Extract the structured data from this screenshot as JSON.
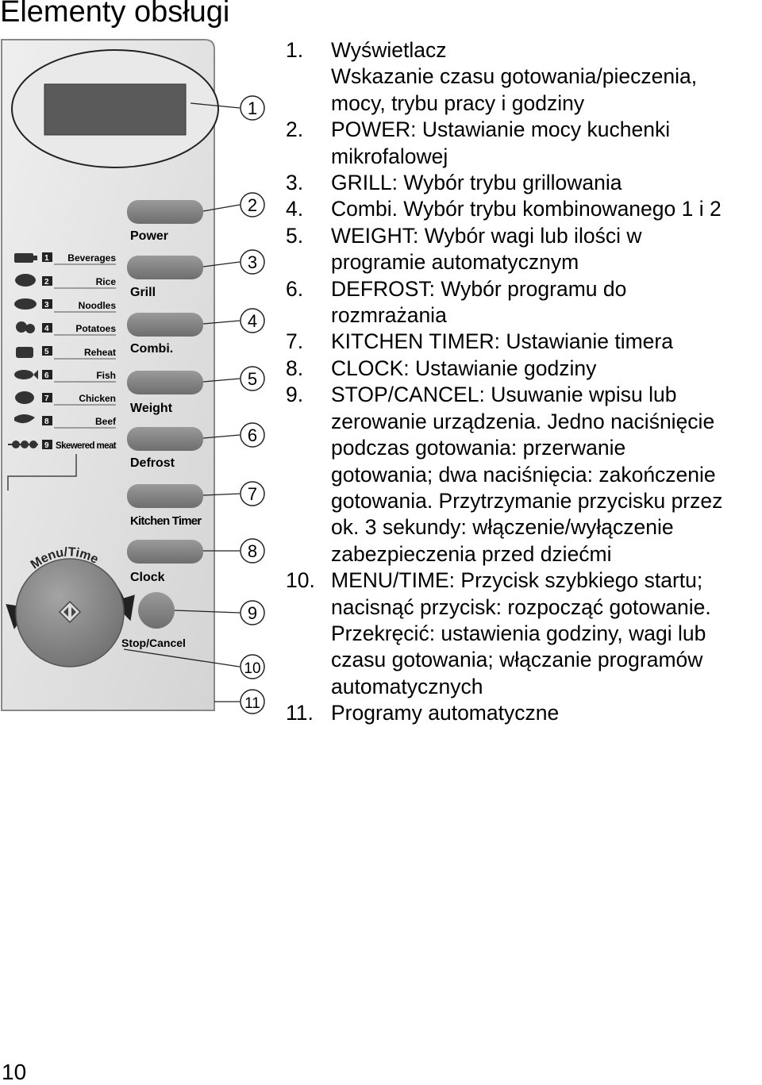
{
  "page_title": "Elementy obsługi",
  "page_number": "10",
  "panel": {
    "buttons": [
      "Power",
      "Grill",
      "Combi.",
      "Weight",
      "Defrost",
      "Kitchen Timer",
      "Clock"
    ],
    "stop_cancel": "Stop/Cancel",
    "dial_label": "Menu/Time",
    "programs": [
      {
        "no": "1",
        "label": "Beverages"
      },
      {
        "no": "2",
        "label": "Rice"
      },
      {
        "no": "3",
        "label": "Noodles"
      },
      {
        "no": "4",
        "label": "Potatoes"
      },
      {
        "no": "5",
        "label": "Reheat"
      },
      {
        "no": "6",
        "label": "Fish"
      },
      {
        "no": "7",
        "label": "Chicken"
      },
      {
        "no": "8",
        "label": "Beef"
      },
      {
        "no": "9",
        "label": "Skewered meat"
      }
    ],
    "callouts": [
      "1",
      "2",
      "3",
      "4",
      "5",
      "6",
      "7",
      "8",
      "9",
      "10",
      "11"
    ]
  },
  "descriptions": [
    {
      "num": "1.",
      "text": "Wyświetlacz\nWskazanie czasu gotowania/pieczenia,\nmocy, trybu pracy i godziny"
    },
    {
      "num": "2.",
      "text": "POWER: Ustawianie mocy kuchenki\nmikrofalowej"
    },
    {
      "num": "3.",
      "text": "GRILL: Wybór trybu grillowania"
    },
    {
      "num": "4.",
      "text": "Combi. Wybór trybu kombinowanego 1 i 2"
    },
    {
      "num": "5.",
      "text": "WEIGHT: Wybór wagi lub ilości w\nprogramie automatycznym"
    },
    {
      "num": "6.",
      "text": "DEFROST: Wybór programu do\nrozmrażania"
    },
    {
      "num": "7.",
      "text": "KITCHEN TIMER: Ustawianie timera"
    },
    {
      "num": "8.",
      "text": "CLOCK: Ustawianie godziny"
    },
    {
      "num": "9.",
      "text": "STOP/CANCEL: Usuwanie wpisu lub\nzerowanie urządzenia. Jedno naciśnięcie\npodczas gotowania: przerwanie\ngotowania; dwa naciśnięcia: zakończenie\ngotowania. Przytrzymanie przycisku przez\nok. 3 sekundy: włączenie/wyłączenie\nzabezpieczenia przed dziećmi"
    },
    {
      "num": "10.",
      "text": "MENU/TIME: Przycisk szybkiego startu;\nnacisnąć przycisk: rozpocząć gotowanie.\nPrzekręcić: ustawienia godziny, wagi lub\nczasu gotowania; włączanie programów\nautomatycznych"
    },
    {
      "num": "11.",
      "text": "Programy automatyczne"
    }
  ]
}
